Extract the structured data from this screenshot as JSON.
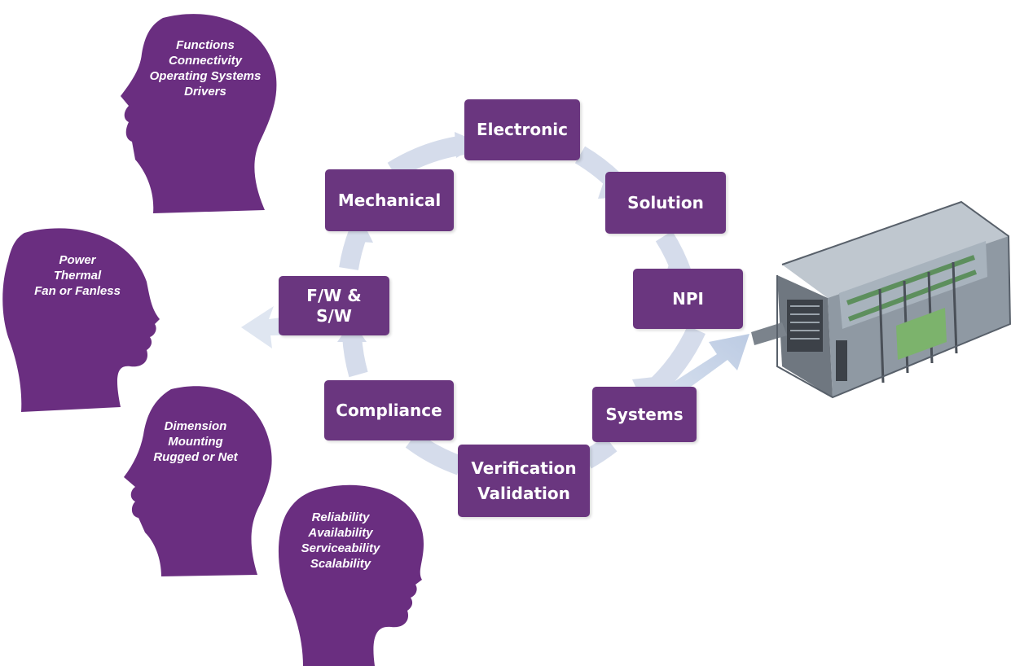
{
  "cycle": {
    "steps": {
      "electronic": "Electronic",
      "solution": "Solution",
      "npi": "NPI",
      "systems": "Systems",
      "verification_line1": "Verification",
      "verification_line2": "Validation",
      "compliance": "Compliance",
      "fw_line1": "F/W &",
      "fw_line2": "S/W",
      "mechanical": "Mechanical"
    }
  },
  "heads": [
    {
      "lines": [
        "Functions",
        "Connectivity",
        "Operating Systems",
        "Drivers"
      ]
    },
    {
      "lines": [
        "Power",
        "Thermal",
        "Fan or Fanless"
      ]
    },
    {
      "lines": [
        "Dimension",
        "Mounting",
        "Rugged or Net"
      ]
    },
    {
      "lines": [
        "Reliability",
        "Availability",
        "Serviceability",
        "Scalability"
      ]
    }
  ],
  "colors": {
    "box": "#6a367f",
    "head": "#6a2e80",
    "arrow": "#ccd6e8",
    "text": "#ffffff"
  }
}
